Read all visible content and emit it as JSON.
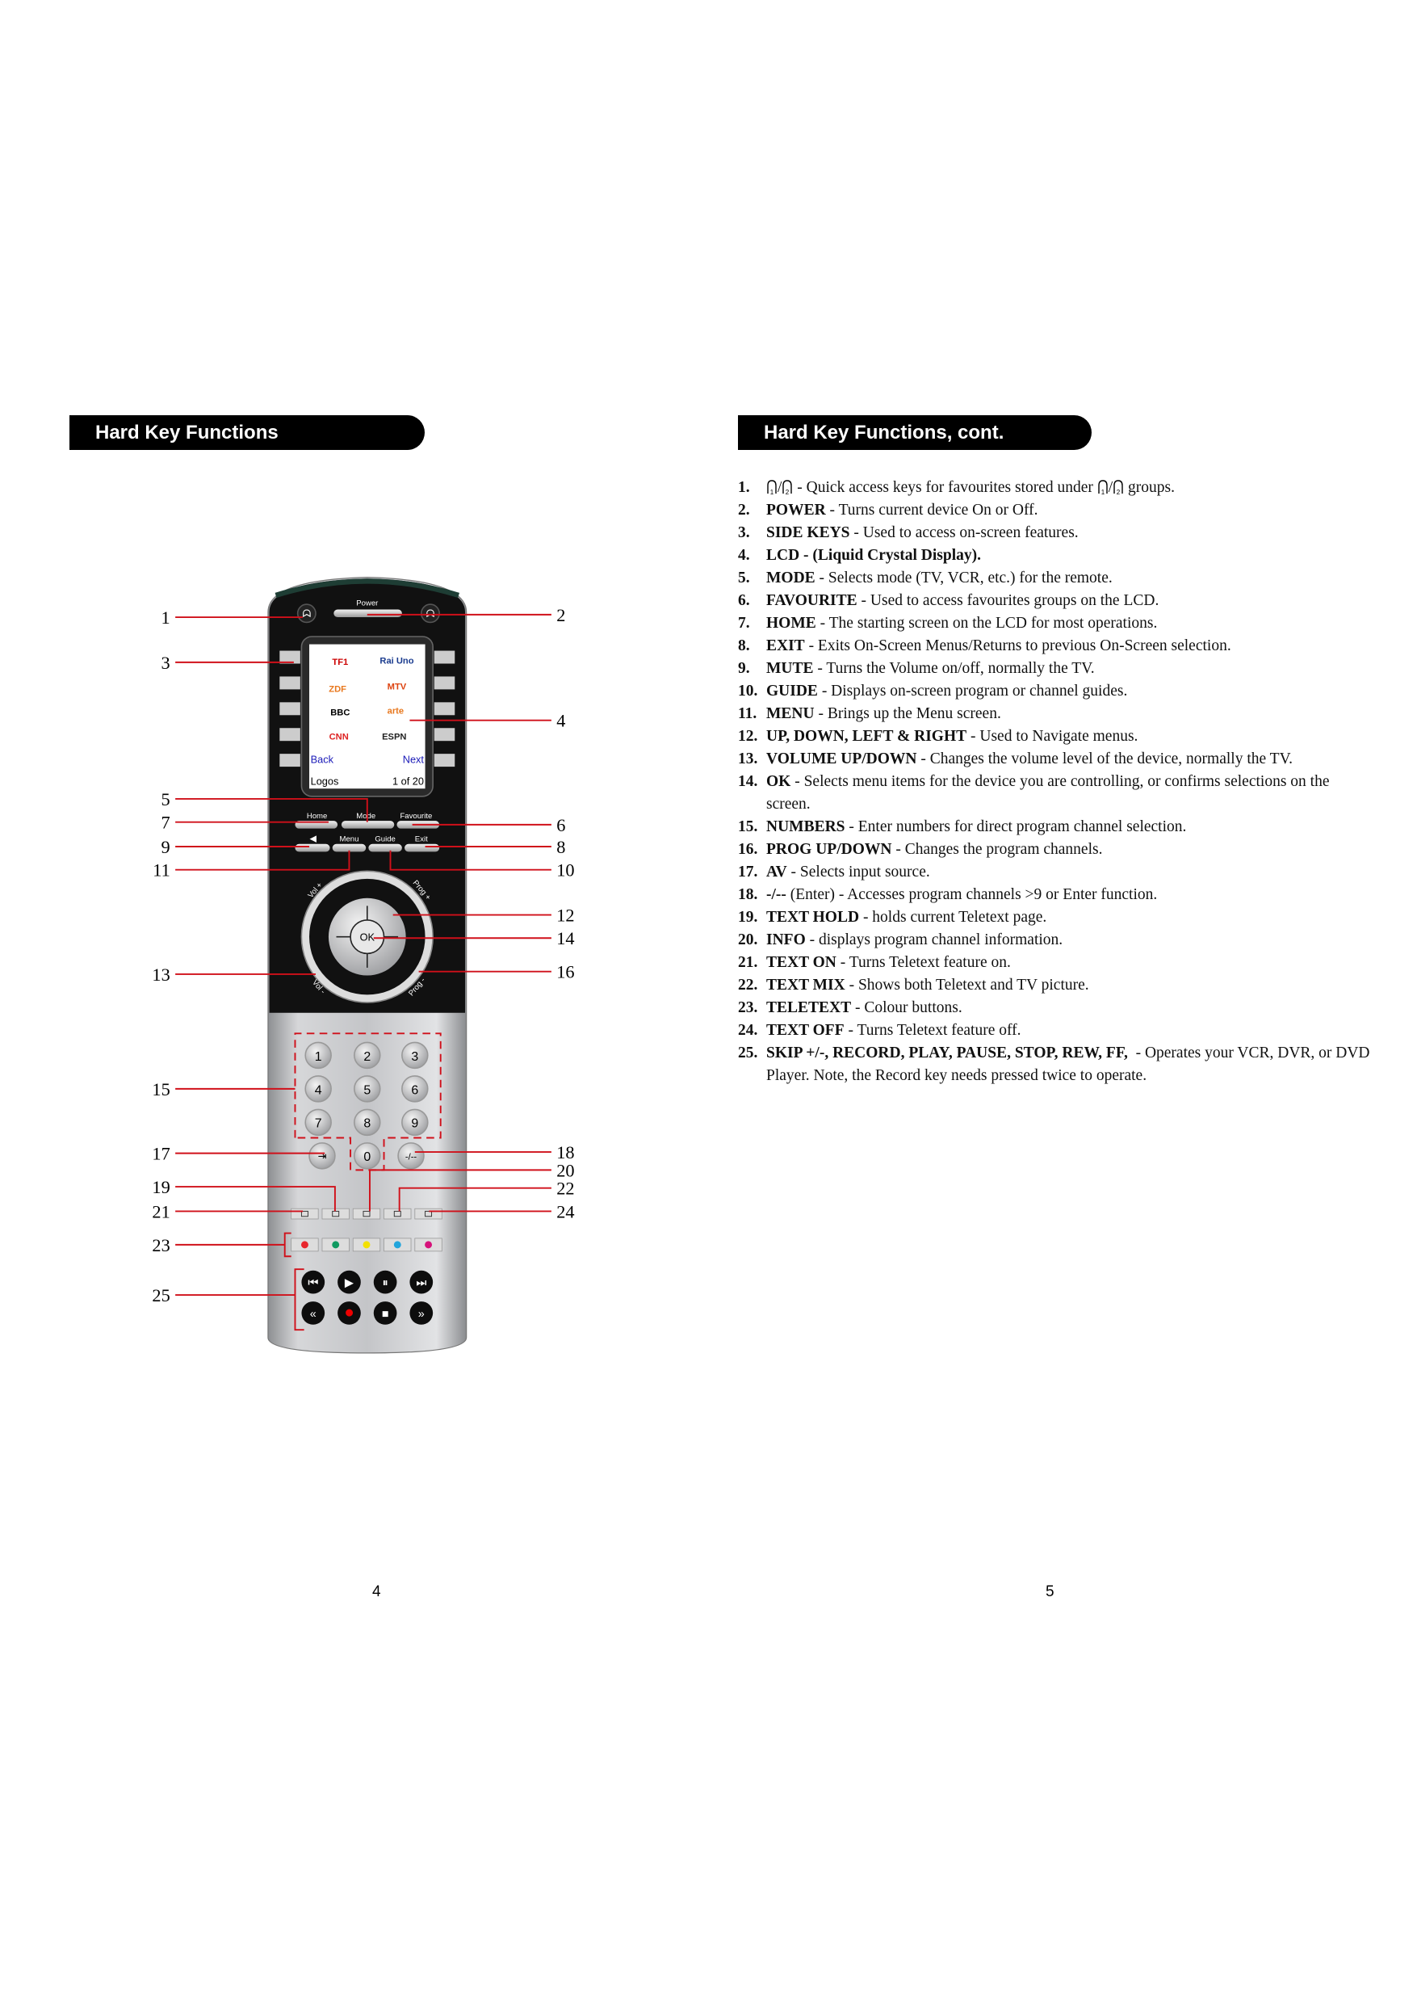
{
  "left_page": {
    "header": "Hard Key Functions",
    "page_number": "4"
  },
  "right_page": {
    "header": "Hard Key Functions, cont.",
    "page_number": "5"
  },
  "remote": {
    "power_label": "Power",
    "lcd": {
      "logos": [
        "TF1",
        "Rai Uno",
        "ZDF",
        "MTV",
        "BBC",
        "arte",
        "CNN",
        "ESPN"
      ],
      "back": "Back",
      "next": "Next",
      "title": "Logos",
      "page": "1 of 20"
    },
    "row1": [
      "Home",
      "Mode",
      "Favourite"
    ],
    "row2": [
      "Menu",
      "Guide",
      "Exit"
    ],
    "mute_icon": "mute-icon",
    "ok": "OK",
    "ring": {
      "vol_up": "Vol +",
      "prog_up": "Prog +",
      "vol_down": "Vol -",
      "prog_down": "Prog -"
    },
    "keypad": [
      "1",
      "2",
      "3",
      "4",
      "5",
      "6",
      "7",
      "8",
      "9"
    ],
    "zero": "0",
    "enter": "-/--",
    "teletext_icons": [
      "text-on-icon",
      "text-hold-icon",
      "info-icon",
      "text-mix-icon",
      "text-off-icon"
    ],
    "colour_buttons": [
      "#e8262d",
      "#0f9a60",
      "#f3e000",
      "#22a5dc",
      "#d6127a"
    ],
    "transport_icons": [
      "skip-back-icon",
      "play-icon",
      "pause-icon",
      "skip-forward-icon",
      "rewind-icon",
      "record-icon",
      "stop-icon",
      "fast-forward-icon"
    ],
    "accent_color": "#d0101a"
  },
  "callouts": {
    "left": [
      "1",
      "3",
      "5",
      "7",
      "9",
      "11",
      "13",
      "15",
      "17",
      "19",
      "21",
      "23",
      "25"
    ],
    "right": [
      "2",
      "4",
      "6",
      "8",
      "10",
      "12",
      "14",
      "16",
      "18",
      "20",
      "22",
      "24"
    ]
  },
  "items": [
    {
      "num": "1.",
      "term": "",
      "desc": "- Quick access keys for favourites stored under",
      "tail": "groups."
    },
    {
      "num": "2.",
      "term": "POWER",
      "desc": " - Turns current device On or Off."
    },
    {
      "num": "3.",
      "term": "SIDE KEYS",
      "desc": " - Used to access on-screen features."
    },
    {
      "num": "4.",
      "term": "LCD - (Liquid Crystal Display).",
      "desc": ""
    },
    {
      "num": "5.",
      "term": "MODE",
      "desc": " - Selects mode (TV, VCR, etc.) for the remote."
    },
    {
      "num": "6.",
      "term": "FAVOURITE",
      "desc": " - Used to access favourites groups on the LCD."
    },
    {
      "num": "7.",
      "term": "HOME",
      "desc": " - The starting screen on the LCD for most operations."
    },
    {
      "num": "8.",
      "term": "EXIT",
      "desc": " - Exits On-Screen Menus/Returns to previous On-Screen selection."
    },
    {
      "num": "9.",
      "term": "MUTE",
      "desc": " - Turns the Volume on/off, normally the TV."
    },
    {
      "num": "10.",
      "term": "GUIDE",
      "desc": " - Displays on-screen program or channel guides."
    },
    {
      "num": "11.",
      "term": "MENU",
      "desc": " - Brings up the Menu screen."
    },
    {
      "num": "12.",
      "term": "UP, DOWN, LEFT & RIGHT",
      "desc": " - Used to Navigate menus."
    },
    {
      "num": "13.",
      "term": "VOLUME UP/DOWN",
      "desc": " - Changes the volume level of the device, normally the TV."
    },
    {
      "num": "14.",
      "term": "OK",
      "desc": " - Selects menu items for the device you are controlling, or confirms selections on the screen."
    },
    {
      "num": "15.",
      "term": "NUMBERS",
      "desc": " - Enter numbers for direct program channel selection."
    },
    {
      "num": "16.",
      "term": "PROG UP/DOWN",
      "desc": " - Changes the program channels."
    },
    {
      "num": "17.",
      "term": "AV",
      "desc": " - Selects input source."
    },
    {
      "num": "18.",
      "term": "-/--",
      "desc": " (Enter) - Accesses program channels >9 or Enter function."
    },
    {
      "num": "19.",
      "term": "TEXT HOLD",
      "desc": " - holds current Teletext page."
    },
    {
      "num": "20.",
      "term": "INFO",
      "desc": " - displays program channel information."
    },
    {
      "num": "21.",
      "term": "TEXT ON",
      "desc": " - Turns Teletext feature on."
    },
    {
      "num": "22.",
      "term": "TEXT MIX",
      "desc": " - Shows both Teletext and TV picture."
    },
    {
      "num": "23.",
      "term": "TELETEXT",
      "desc": " - Colour buttons."
    },
    {
      "num": "24.",
      "term": "TEXT OFF",
      "desc": " - Turns Teletext feature off."
    },
    {
      "num": "25.",
      "term": "SKIP +/-, RECORD, PLAY, PAUSE, STOP, REW, FF,",
      "desc": "  - Operates your VCR, DVR, or DVD Player. Note, the Record key needs pressed twice to operate."
    }
  ]
}
